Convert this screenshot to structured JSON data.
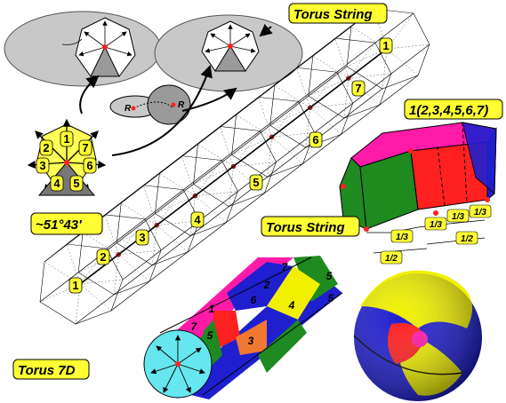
{
  "labels": {
    "torus_string_top": "Torus String",
    "torus_string_right": "Torus String",
    "torus_7d": "Torus 7D",
    "formula": "1(2,3,4,5,6,7)",
    "angle": "~51°43'",
    "r_left": "R",
    "r_right": "R"
  },
  "heptagon_numbers": [
    "1",
    "7",
    "6",
    "5",
    "4",
    "3",
    "2"
  ],
  "string_numbers": [
    "1",
    "2",
    "3",
    "4",
    "5",
    "6",
    "7",
    "1"
  ],
  "block_fractions": [
    "1/3",
    "1/3",
    "1/3",
    "1/3",
    "1/2",
    "1/2"
  ],
  "cylinder_numbers": [
    "7",
    "2",
    "5",
    "1",
    "6",
    "4",
    "5",
    "3",
    "7",
    "5"
  ],
  "colors": {
    "label_bg": "#ffff33",
    "gray_disc": "#c8c8c8",
    "red": "#ff2020",
    "magenta": "#ff1aa8",
    "green": "#1f8a1f",
    "blue": "#1f1fd0",
    "yellow": "#f0f000",
    "cyan": "#66e6ee",
    "orange": "#f07830"
  }
}
